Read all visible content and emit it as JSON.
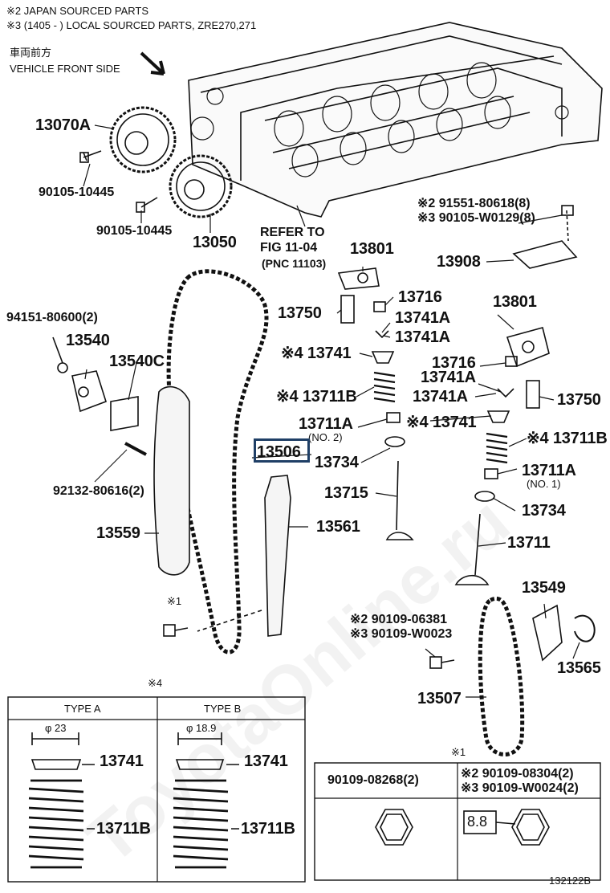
{
  "notes": {
    "n2": "※2 JAPAN SOURCED  PARTS",
    "n3": "※3 (1405 -        ) LOCAL SOURCED PARTS, ZRE270,271",
    "front_jp": "車両前方",
    "front_en": "VEHICLE FRONT SIDE"
  },
  "refer": {
    "l1": "REFER TO",
    "l2": "FIG 11-04",
    "l3": "(PNC 11103)"
  },
  "parts": {
    "p13070A": "13070A",
    "p90105_a": "90105-10445",
    "p90105_b": "90105-10445",
    "p13050": "13050",
    "p91551": "※2 91551-80618(8)",
    "p90105_w": "※3 90105-W0129(8)",
    "p13908": "13908",
    "p13801_a": "13801",
    "p13716_a": "13716",
    "p13750_a": "13750",
    "p13741A_1": "13741A",
    "p13741A_2": "13741A",
    "p13801_b": "13801",
    "p94151": "94151-80600(2)",
    "p13540": "13540",
    "p13540C": "13540C",
    "p13741_a": "※4 13741",
    "p13716_b": "13716",
    "p13741A_3": "13741A",
    "p13711B_a": "※4 13711B",
    "p13741A_4": "13741A",
    "p13750_b": "13750",
    "p13711A_a": "13711A",
    "p13711A_a_sub": "(NO. 2)",
    "p13741_b": "※4 13741",
    "p13506": "13506",
    "p13734_a": "13734",
    "p13711B_b": "※4 13711B",
    "p92132": "92132-80616(2)",
    "p13715": "13715",
    "p13711A_b": "13711A",
    "p13711A_b_sub": "(NO. 1)",
    "p13559": "13559",
    "p13561": "13561",
    "p13734_b": "13734",
    "p13711": "13711",
    "p13549": "13549",
    "star1": "※1",
    "p90109_06381": "※2 90109-06381",
    "p90109_W0023": "※3 90109-W0023",
    "p13565": "13565",
    "p13507": "13507",
    "fig_no": "132122B"
  },
  "type_box": {
    "star": "※4",
    "type_a": "TYPE A",
    "type_b": "TYPE B",
    "dia_a": "φ 23",
    "dia_b": "φ 18.9",
    "a_13741": "13741",
    "a_13711B": "13711B",
    "b_13741": "13741",
    "b_13711B": "13711B"
  },
  "bolt_table": {
    "star": "※1",
    "col1": "90109-08268(2)",
    "col2_l1": "※2 90109-08304(2)",
    "col2_l2": "※3 90109-W0024(2)",
    "grade": "8.8"
  },
  "watermark": "ToyotaOnline.ru"
}
